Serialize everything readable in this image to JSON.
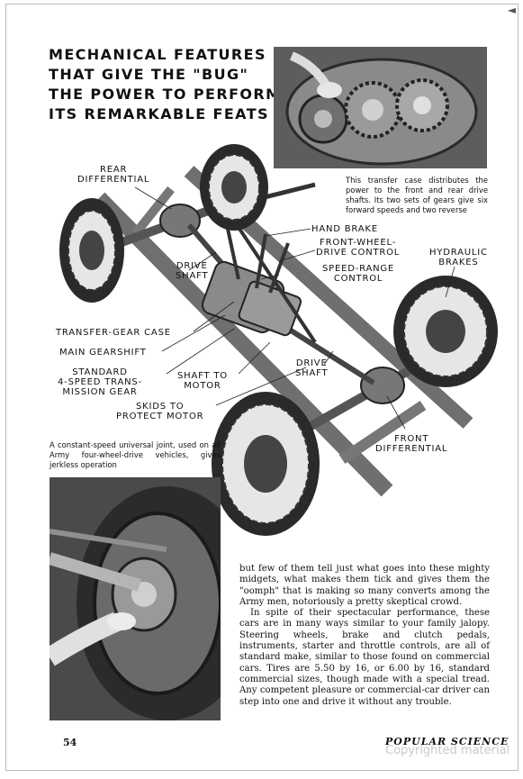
{
  "corner_mark": "◄",
  "headline": {
    "lines": [
      "MECHANICAL FEATURES",
      "THAT GIVE THE \"BUG\"",
      "THE POWER TO PERFORM",
      "ITS REMARKABLE FEATS"
    ]
  },
  "captions": {
    "transfer_case": "This transfer case distributes the power to the front and rear drive shafts. Its two sets of gears give six forward speeds and two reverse",
    "universal_joint": "A constant-speed universal joint, used on all Army four-wheel-drive vehicles, gives jerkless operation"
  },
  "callouts": {
    "rear_differential": [
      "REAR",
      "DIFFERENTIAL"
    ],
    "hand_brake": [
      "HAND BRAKE"
    ],
    "front_wheel_drive": [
      "FRONT-WHEEL-",
      "DRIVE CONTROL"
    ],
    "hydraulic_brakes": [
      "HYDRAULIC",
      "BRAKES"
    ],
    "drive_shaft_rear": [
      "DRIVE",
      "SHAFT"
    ],
    "speed_range": [
      "SPEED-RANGE",
      "CONTROL"
    ],
    "transfer_gear_case": [
      "TRANSFER-GEAR CASE"
    ],
    "main_gearshift": [
      "MAIN GEARSHIFT"
    ],
    "standard_gear": [
      "STANDARD",
      "4-SPEED TRANS-",
      "MISSION GEAR"
    ],
    "shaft_to_motor": [
      "SHAFT TO",
      "MOTOR"
    ],
    "drive_shaft_front": [
      "DRIVE",
      "SHAFT"
    ],
    "skids": [
      "SKIDS TO",
      "PROTECT MOTOR"
    ],
    "front_differential": [
      "FRONT",
      "DIFFERENTIAL"
    ]
  },
  "body": {
    "paragraphs": [
      "but few of them tell just what goes into these mighty midgets, what makes them tick and gives them the \"oomph\" that is making so many converts among the Army men, notoriously a pretty skeptical crowd.",
      "In spite of their spectacular performance, these cars are in many ways similar to your family jalopy. Steering wheels, brake and clutch pedals, instruments, starter and throttle controls, are all of standard make, similar to those found on commercial cars. Tires are 5.50 by 16, or 6.00 by 16, standard commercial sizes, though made with a special tread. Any competent pleasure or commercial-car driver can step into one and drive it without any trouble."
    ]
  },
  "footer": {
    "page_number": "54",
    "magazine": "POPULAR SCIENCE",
    "watermark": "Copyrighted material"
  }
}
